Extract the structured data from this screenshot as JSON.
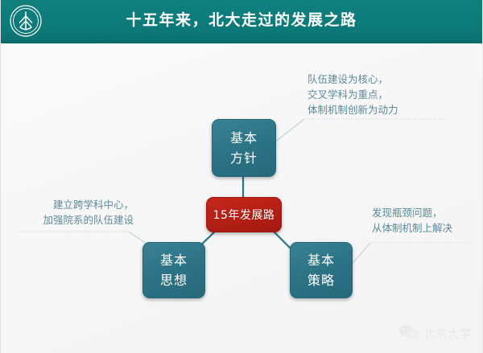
{
  "header": {
    "title": "十五年来，北大走过的发展之路",
    "logo_name": "peking-university-seal",
    "bg_color": "#0d7b7b",
    "title_color": "#ffffff"
  },
  "diagram": {
    "center_node": {
      "label": "15年发展路",
      "color": "#b81f17",
      "text_color": "#ffffff"
    },
    "branch_color": "#2b7487",
    "nodes": [
      {
        "id": "top",
        "line1": "基本",
        "line2": "方针"
      },
      {
        "id": "left",
        "line1": "基本",
        "line2": "思想"
      },
      {
        "id": "right",
        "line1": "基本",
        "line2": "策略"
      }
    ],
    "annotations": {
      "top": {
        "line1": "队伍建设为核心，",
        "line2": "交叉学科为重点，",
        "line3": "体制机制创新为动力"
      },
      "left": {
        "line1": "建立跨学科中心，",
        "line2": "加强院系的队伍建设"
      },
      "right": {
        "line1": "发现瓶颈问题，",
        "line2": "从体制机制上解决"
      }
    },
    "annotation_color": "#5d8a99"
  },
  "watermark": {
    "icon_name": "wechat-icon",
    "text": "北京大学"
  }
}
